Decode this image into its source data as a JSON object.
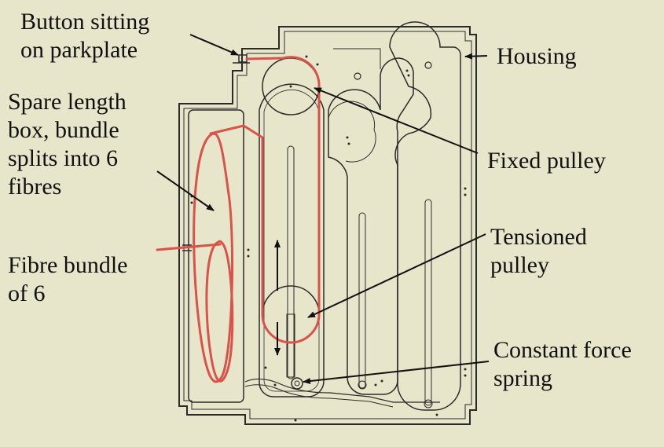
{
  "labels": {
    "button": [
      "Button sitting",
      "on parkplate"
    ],
    "housing": [
      "Housing"
    ],
    "spare_box": [
      "Spare length",
      "box, bundle",
      "splits into 6",
      "fibres"
    ],
    "fixed_pulley": [
      "Fixed pulley"
    ],
    "tensioned_pulley": [
      "Tensioned",
      "pulley"
    ],
    "fibre_bundle": [
      "Fibre bundle",
      "of 6"
    ],
    "spring": [
      "Constant force",
      "spring"
    ]
  },
  "colors": {
    "background": "#e8e6ca",
    "outline": "#2a2a2a",
    "fibre": "#d9534a",
    "text": "#111111"
  }
}
